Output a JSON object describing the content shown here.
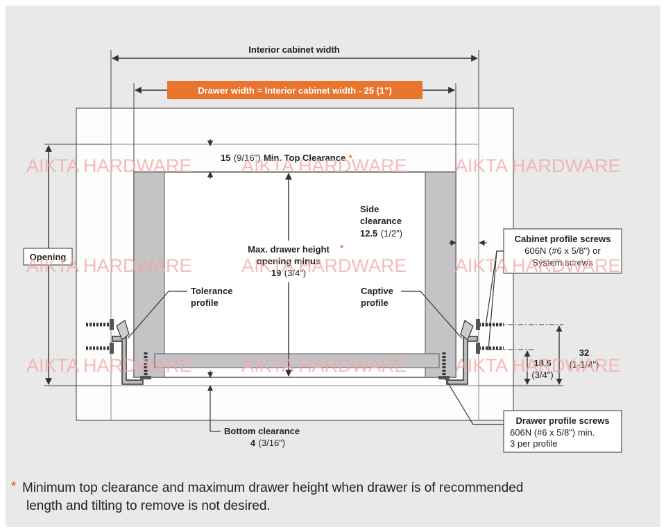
{
  "labels": {
    "interior_width": "Interior cabinet width",
    "drawer_width": "Drawer width = Interior cabinet width - 25 (1\")",
    "top_clearance_value": "15",
    "top_clearance_imperial": "(9/16\")",
    "top_clearance_text": "Min. Top Clearance",
    "asterisk": "*",
    "opening": "Opening",
    "max_height_line1": "Max. drawer height",
    "max_height_line2": "opening minus",
    "max_height_value": "19",
    "max_height_imperial": "(3/4\")",
    "side_line1": "Side",
    "side_line2": "clearance",
    "side_value": "12.5",
    "side_imperial": "(1/2\")",
    "cabinet_screws_title": "Cabinet profile screws",
    "cabinet_screws_line1": "606N (#6 x 5/8\") or",
    "cabinet_screws_line2": "System screws",
    "tolerance_line1": "Tolerance",
    "tolerance_line2": "profile",
    "captive_line1": "Captive",
    "captive_line2": "profile",
    "dim_32": "32",
    "dim_32_imperial": "(1-1/4\")",
    "dim_18": "18.5",
    "dim_18_imperial": "(3/4\")",
    "bottom_text": "Bottom clearance",
    "bottom_value": "4",
    "bottom_imperial": "(3/16\")",
    "drawer_screws_title": "Drawer profile screws",
    "drawer_screws_line1": "606N (#6 x 5/8\") min.",
    "drawer_screws_line2": "3 per profile",
    "footnote_line1": "Minimum top clearance and maximum drawer height when drawer is of recommended",
    "footnote_line2": "length and tilting to remove is not desired."
  },
  "watermark": "AIKTA HARDWARE",
  "colors": {
    "background": "#e9e9e9",
    "cabinet": "#fdfdfd",
    "profile": "#c4c4c6",
    "accent": "#e8742e",
    "line": "#333333"
  }
}
